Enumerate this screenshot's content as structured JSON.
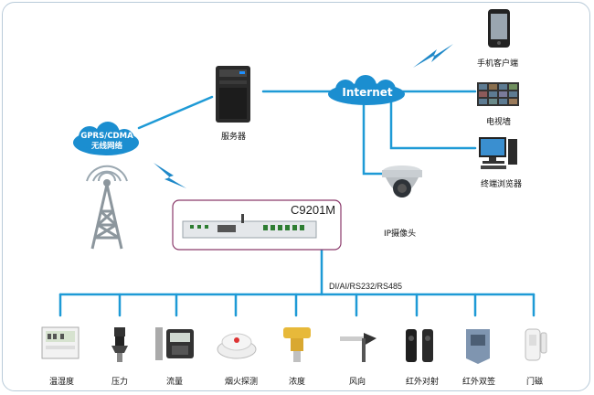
{
  "clouds": {
    "internet": "Internet",
    "gprs_line1": "GPRS/CDMA",
    "gprs_line2": "无线网络"
  },
  "nodes": {
    "server": "服务器",
    "mobile_client": "手机客户端",
    "tv_wall": "电视墙",
    "browser_terminal": "终端浏览器",
    "ip_camera": "IP摄像头"
  },
  "device": {
    "name": "C9201M",
    "bus_label": "DI/AI/RS232/RS485"
  },
  "sensors": [
    {
      "label": "温湿度",
      "icon": "thermo-hygrometer-icon"
    },
    {
      "label": "压力",
      "icon": "pressure-transmitter-icon"
    },
    {
      "label": "流量",
      "icon": "flow-meter-icon"
    },
    {
      "label": "烟火探测",
      "icon": "smoke-detector-icon"
    },
    {
      "label": "浓度",
      "icon": "gas-concentration-icon"
    },
    {
      "label": "风向",
      "icon": "wind-vane-icon"
    },
    {
      "label": "红外对射",
      "icon": "infrared-beam-icon"
    },
    {
      "label": "红外双签",
      "icon": "dual-infrared-detector-icon"
    },
    {
      "label": "门磁",
      "icon": "door-magnet-icon"
    }
  ],
  "colors": {
    "wire": "#1e9ad6",
    "cloud": "#1b8ed0",
    "device_border": "#8b3a6b"
  }
}
